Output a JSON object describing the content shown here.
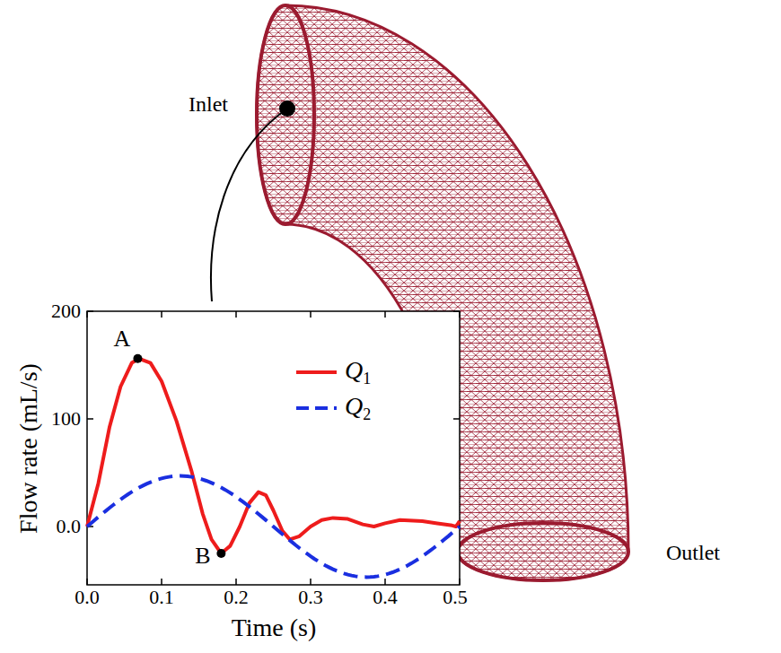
{
  "diagram": {
    "labels": [
      "Inlet",
      "Outlet",
      "200",
      "100",
      "0.0",
      "0.0",
      "0.1",
      "0.2",
      "0.3",
      "0.4",
      "0.5",
      "Flow rate (mL/s)",
      "Time (s)",
      "A",
      "B"
    ],
    "legend": [
      {
        "text": "Q1"
      },
      {
        "text": "Q2"
      }
    ]
  }
}
